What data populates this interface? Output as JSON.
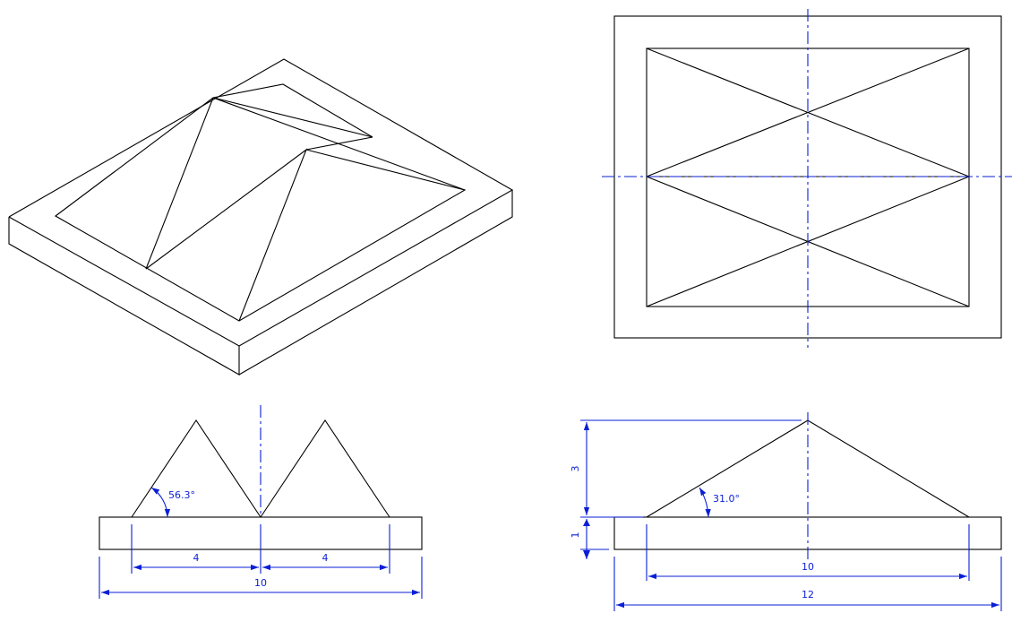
{
  "colors": {
    "outline": "#000000",
    "dimension": "#0a1fd6",
    "background": "#ffffff"
  },
  "views": {
    "isometric": {
      "name": "isometric-view"
    },
    "top": {
      "name": "top-view"
    },
    "front": {
      "name": "front-view",
      "dims": {
        "left_width": "4",
        "right_width": "4",
        "total_width": "10",
        "angle": "56.3°"
      }
    },
    "side": {
      "name": "side-view",
      "dims": {
        "height": "3",
        "base_thickness": "1",
        "inner_width": "10",
        "total_width": "12",
        "angle": "31.0°"
      }
    }
  }
}
